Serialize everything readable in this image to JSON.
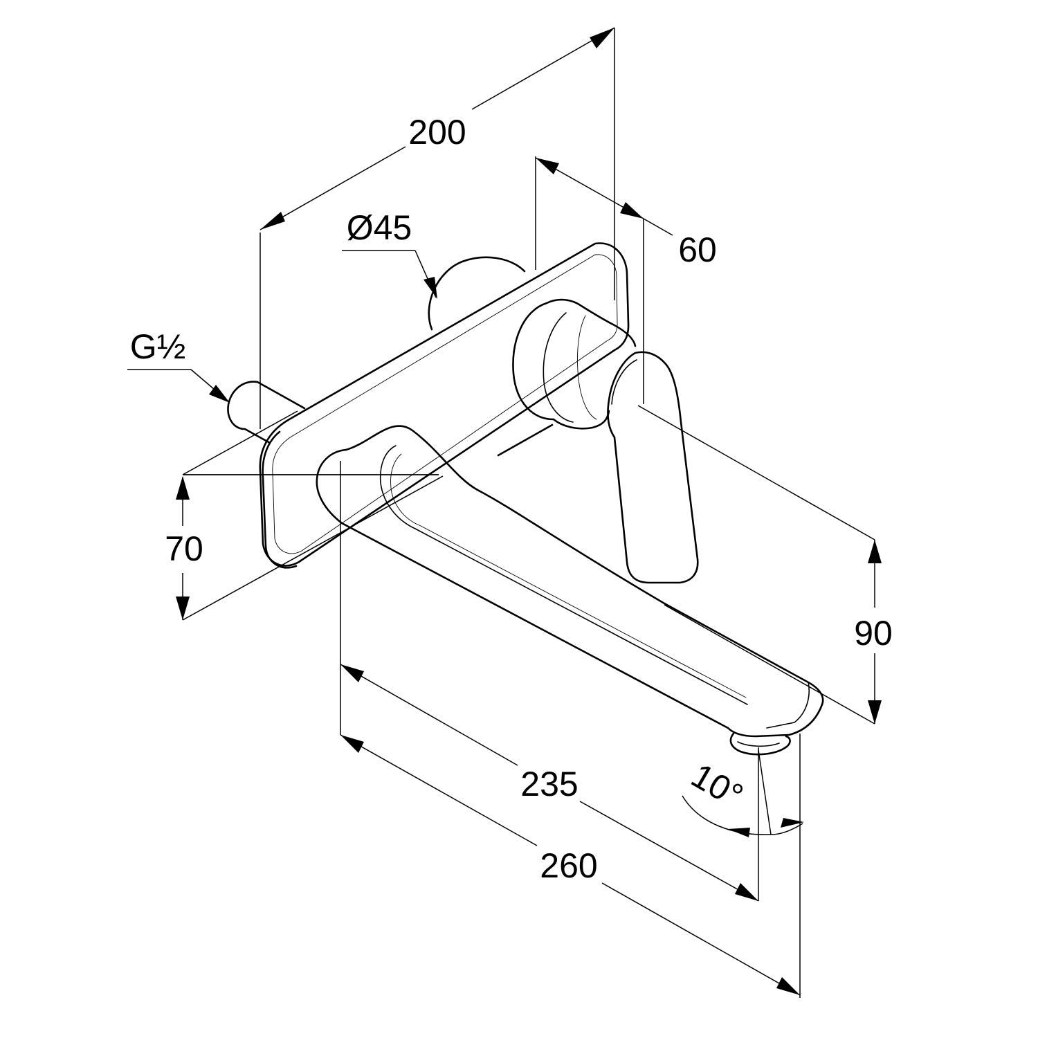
{
  "drawing": {
    "dimensions": {
      "overall_width": "200",
      "escutcheon_diameter": "Ø45",
      "thread": "G½",
      "handle_depth": "60",
      "height_left": "70",
      "height_right": "90",
      "spout_length": "235",
      "total_projection": "260",
      "spout_angle": "10°"
    }
  }
}
